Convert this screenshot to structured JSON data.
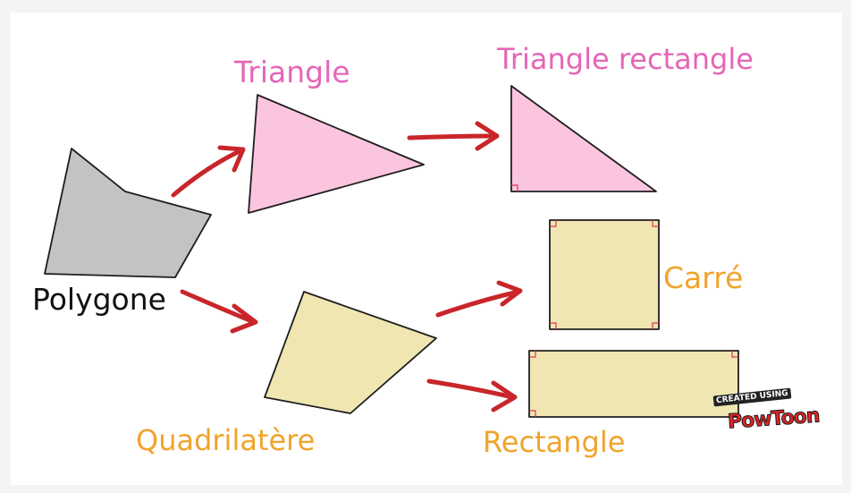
{
  "labels": {
    "polygone": "Polygone",
    "triangle": "Triangle",
    "triangle_rectangle": "Triangle rectangle",
    "quadrilatere": "Quadrilatère",
    "carre": "Carré",
    "rectangle": "Rectangle"
  },
  "logo": {
    "top_text": "CREATED USING",
    "brand": "PowToon"
  },
  "colors": {
    "polygon_fill": "#c3c3c3",
    "triangle_fill": "#fbc5df",
    "quad_fill": "#f0e6b2",
    "arrow": "#c8262a",
    "outline": "#1e1e1e",
    "right_angle_mark": "#d8365a",
    "pink_label": "#e566b6",
    "orange_label": "#f0a42c"
  }
}
